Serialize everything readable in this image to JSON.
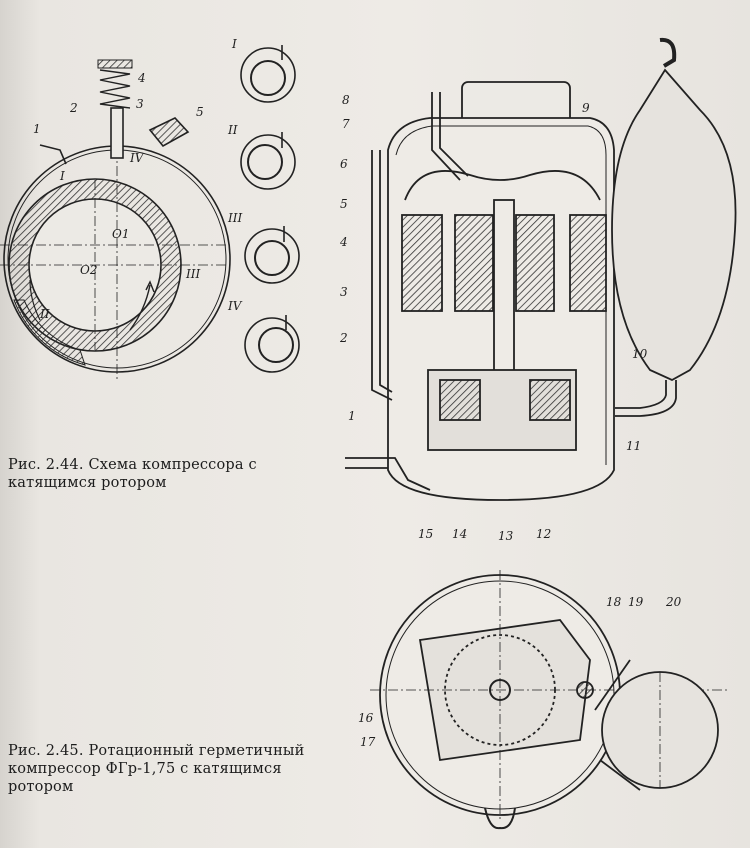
{
  "captions": {
    "fig44": "Рис. 2.44. Схема компрессора с катящимся ротором",
    "fig45": "Рис. 2.45. Ротационный герметичный компрессор ФГр-1,75 с катящимся ротором"
  },
  "fig44": {
    "part_labels": [
      "1",
      "2",
      "3",
      "4",
      "5"
    ],
    "zone_labels": [
      "I",
      "II",
      "III",
      "IV"
    ],
    "center_labels": [
      "O1",
      "O2"
    ],
    "phase_labels": [
      "I",
      "II",
      "III",
      "IV"
    ]
  },
  "fig45": {
    "part_labels": [
      "1",
      "2",
      "3",
      "4",
      "5",
      "6",
      "7",
      "8",
      "9",
      "10",
      "11",
      "12",
      "13",
      "14",
      "15",
      "16",
      "17",
      "18",
      "19",
      "20"
    ]
  }
}
